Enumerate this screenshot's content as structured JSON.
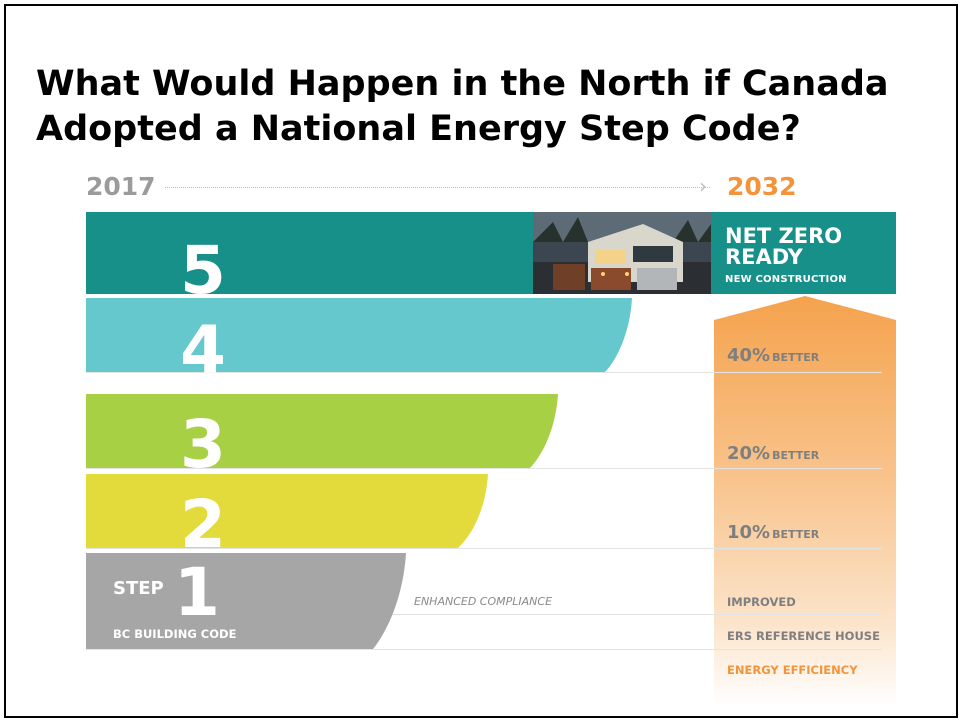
{
  "slide": {
    "title_line1": "What Would Happen in the North if Canada",
    "title_line2": "Adopted a National Energy Step Code?"
  },
  "timeline": {
    "start_year": "2017",
    "end_year": "2032"
  },
  "steps": [
    {
      "number": "5",
      "color": "#17908a",
      "heading_line1": "NET ZERO",
      "heading_line2": "READY",
      "subheading": "NEW CONSTRUCTION"
    },
    {
      "number": "4",
      "color": "#65c8cc",
      "value": "40%",
      "value_suffix": "BETTER"
    },
    {
      "number": "3",
      "color": "#a7d045",
      "value": "20%",
      "value_suffix": "BETTER"
    },
    {
      "number": "2",
      "color": "#e2db3b",
      "value": "10%",
      "value_suffix": "BETTER"
    },
    {
      "number": "1",
      "color": "#a6a6a6",
      "step_word": "STEP",
      "base_label": "BC BUILDING CODE",
      "middle_label": "ENHANCED COMPLIANCE"
    }
  ],
  "legend": {
    "line1": "IMPROVED",
    "line2": "ERS REFERENCE HOUSE",
    "line3": "ENERGY EFFICIENCY"
  },
  "colors": {
    "orange_accent": "#f4943a",
    "gray_year": "#9b9b9b",
    "label_gray": "#7f7f7f"
  }
}
